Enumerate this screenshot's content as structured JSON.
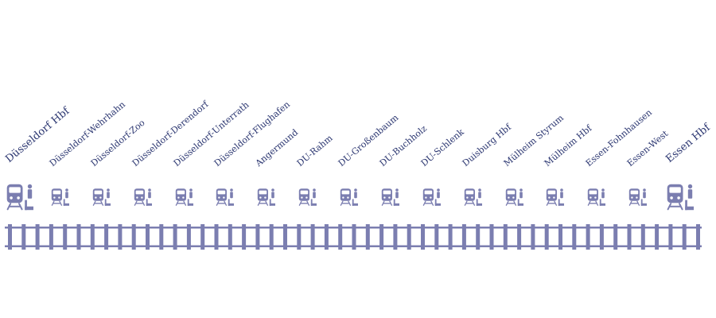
{
  "colors": {
    "accent": "#7b7eb0",
    "label_text": "#2a3570",
    "background": "#ffffff"
  },
  "icons": {
    "station": "train-with-passenger-icon",
    "track": "railway-track"
  },
  "route": {
    "stations": [
      {
        "name": "Düsseldorf Hbf",
        "major": true
      },
      {
        "name": "Düsseldorf-Wehrhahn",
        "major": false
      },
      {
        "name": "Düsseldorf-Zoo",
        "major": false
      },
      {
        "name": "Düsseldorf-Derendorf",
        "major": false
      },
      {
        "name": "Düsseldorf-Unterrath",
        "major": false
      },
      {
        "name": "Düsseldorf-Flughafen",
        "major": false
      },
      {
        "name": "Angermund",
        "major": false
      },
      {
        "name": "DU-Rahm",
        "major": false
      },
      {
        "name": "DU-Großenbaum",
        "major": false
      },
      {
        "name": "DU-Buchholz",
        "major": false
      },
      {
        "name": "DU-Schlenk",
        "major": false
      },
      {
        "name": "Duisburg Hbf",
        "major": false
      },
      {
        "name": "Mülheim Styrum",
        "major": false
      },
      {
        "name": "Mülheim Hbf",
        "major": false
      },
      {
        "name": "Essen-Fohnhausen",
        "major": false
      },
      {
        "name": "Essen-West",
        "major": false
      },
      {
        "name": "Essen Hbf",
        "major": true
      }
    ]
  }
}
